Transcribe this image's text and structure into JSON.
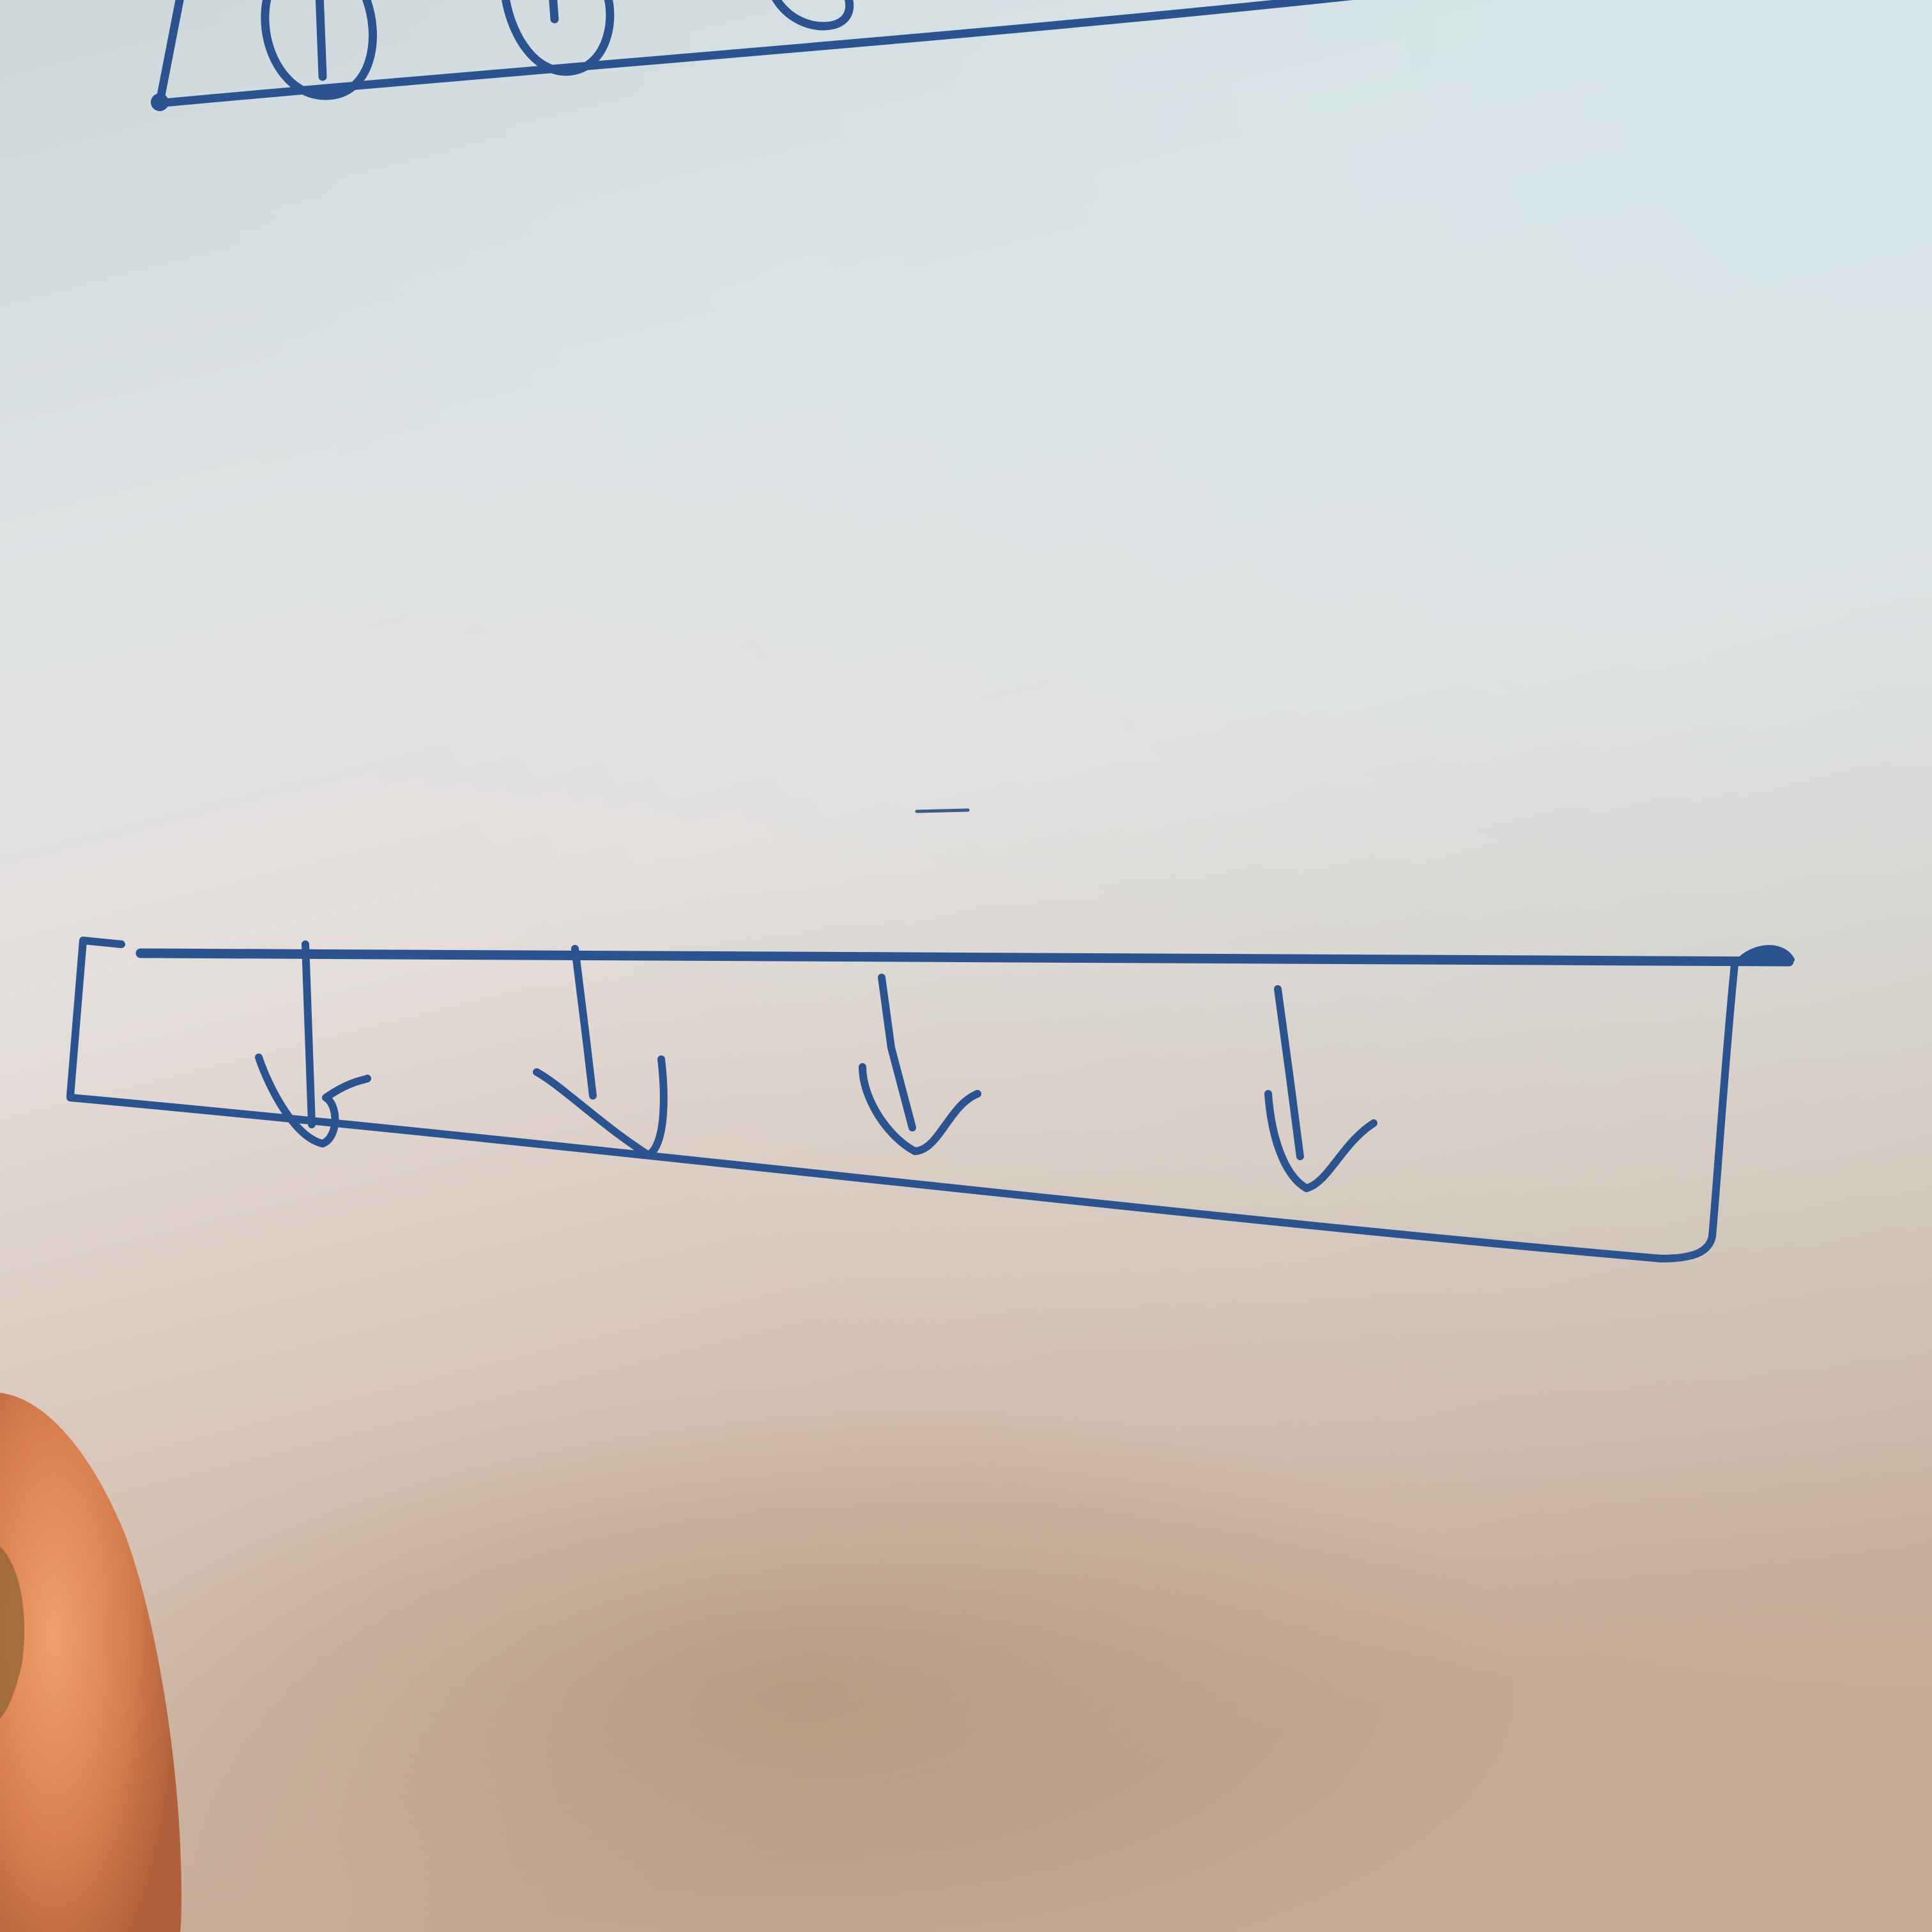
{
  "photo": {
    "subject": "hand-drawn-sketch",
    "colors": {
      "ink": "#2a5390",
      "paper_top": "#cfdadd",
      "paper_mid": "#e2dcd8",
      "paper_bottom": "#c7ab94",
      "finger": "#d98a5a"
    },
    "upper_sketch": {
      "loop_count": 3
    },
    "lower_sketch": {
      "arrow_count": 4,
      "arrow_direction": "down"
    }
  }
}
